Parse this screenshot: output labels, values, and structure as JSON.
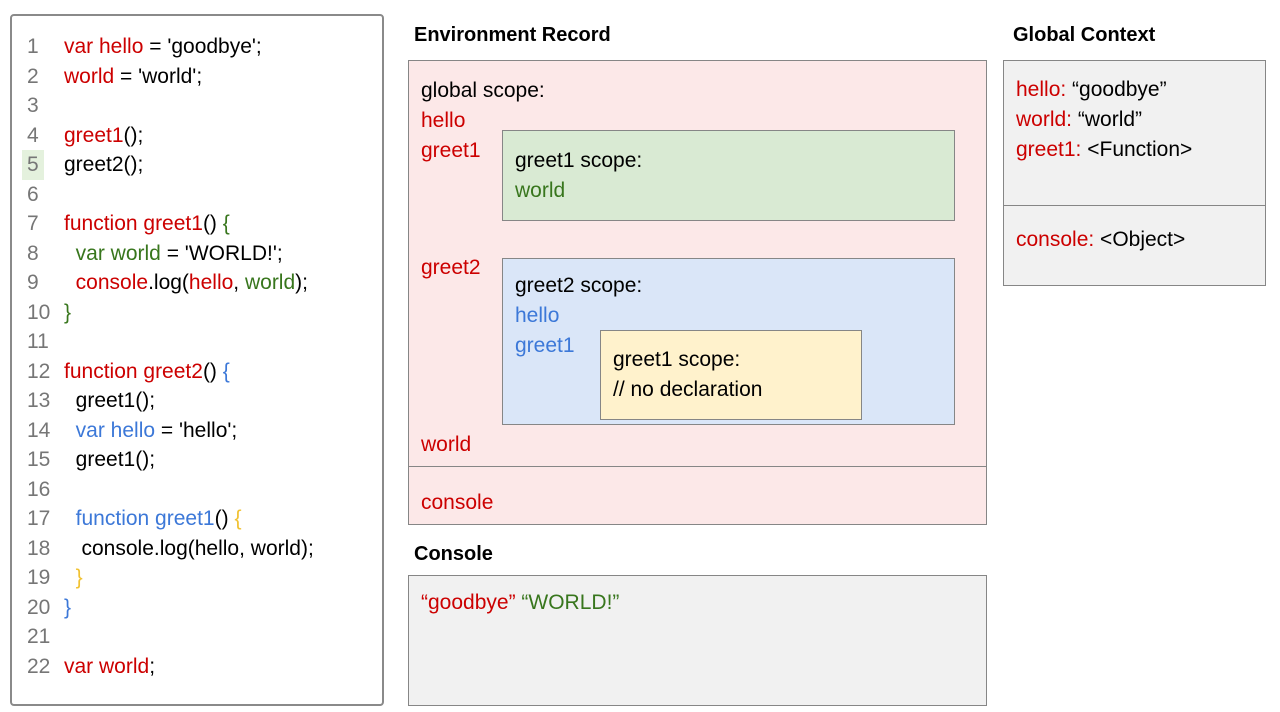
{
  "colors": {
    "red": "#cc0000",
    "green": "#38761d",
    "blue": "#3c78d8",
    "orange": "#f1c232",
    "black": "#000000",
    "scope_pink_bg": "#fce8e8",
    "scope_green_bg": "#d9ead3",
    "scope_blue_bg": "#dae6f8",
    "scope_yellow_bg": "#fff2cc",
    "panel_gray_bg": "#f1f1f1",
    "active_line_bg": "#e4f1dd"
  },
  "code_panel": {
    "lines": [
      {
        "n": "1",
        "hl": false,
        "tokens": [
          {
            "t": "var hello",
            "c": "red"
          },
          {
            "t": " = 'goodbye';",
            "c": "black"
          }
        ]
      },
      {
        "n": "2",
        "hl": false,
        "tokens": [
          {
            "t": "world",
            "c": "red"
          },
          {
            "t": " = 'world';",
            "c": "black"
          }
        ]
      },
      {
        "n": "3",
        "hl": false,
        "tokens": []
      },
      {
        "n": "4",
        "hl": false,
        "tokens": [
          {
            "t": "greet1",
            "c": "red"
          },
          {
            "t": "();",
            "c": "black"
          }
        ]
      },
      {
        "n": "5",
        "hl": true,
        "tokens": [
          {
            "t": "greet2();",
            "c": "black"
          }
        ]
      },
      {
        "n": "6",
        "hl": false,
        "tokens": []
      },
      {
        "n": "7",
        "hl": false,
        "tokens": [
          {
            "t": "function greet1",
            "c": "red"
          },
          {
            "t": "() ",
            "c": "black"
          },
          {
            "t": "{",
            "c": "green"
          }
        ]
      },
      {
        "n": "8",
        "hl": false,
        "tokens": [
          {
            "t": "  ",
            "c": "black"
          },
          {
            "t": "var world",
            "c": "green"
          },
          {
            "t": " = 'WORLD!';",
            "c": "black"
          }
        ]
      },
      {
        "n": "9",
        "hl": false,
        "tokens": [
          {
            "t": "  ",
            "c": "black"
          },
          {
            "t": "console",
            "c": "red"
          },
          {
            "t": ".log(",
            "c": "black"
          },
          {
            "t": "hello",
            "c": "red"
          },
          {
            "t": ", ",
            "c": "black"
          },
          {
            "t": "world",
            "c": "green"
          },
          {
            "t": ");",
            "c": "black"
          }
        ]
      },
      {
        "n": "10",
        "hl": false,
        "tokens": [
          {
            "t": "}",
            "c": "green"
          }
        ]
      },
      {
        "n": "11",
        "hl": false,
        "tokens": []
      },
      {
        "n": "12",
        "hl": false,
        "tokens": [
          {
            "t": "function greet2",
            "c": "red"
          },
          {
            "t": "() ",
            "c": "black"
          },
          {
            "t": "{",
            "c": "blue"
          }
        ]
      },
      {
        "n": "13",
        "hl": false,
        "tokens": [
          {
            "t": "  greet1();",
            "c": "black"
          }
        ]
      },
      {
        "n": "14",
        "hl": false,
        "tokens": [
          {
            "t": "  ",
            "c": "black"
          },
          {
            "t": "var hello",
            "c": "blue"
          },
          {
            "t": " = 'hello';",
            "c": "black"
          }
        ]
      },
      {
        "n": "15",
        "hl": false,
        "tokens": [
          {
            "t": "  greet1();",
            "c": "black"
          }
        ]
      },
      {
        "n": "16",
        "hl": false,
        "tokens": []
      },
      {
        "n": "17",
        "hl": false,
        "tokens": [
          {
            "t": "  ",
            "c": "black"
          },
          {
            "t": "function greet1",
            "c": "blue"
          },
          {
            "t": "() ",
            "c": "black"
          },
          {
            "t": "{",
            "c": "orange"
          }
        ]
      },
      {
        "n": "18",
        "hl": false,
        "tokens": [
          {
            "t": "   console.log(hello, world);",
            "c": "black"
          }
        ]
      },
      {
        "n": "19",
        "hl": false,
        "tokens": [
          {
            "t": "  ",
            "c": "black"
          },
          {
            "t": "}",
            "c": "orange"
          }
        ]
      },
      {
        "n": "20",
        "hl": false,
        "tokens": [
          {
            "t": "}",
            "c": "blue"
          }
        ]
      },
      {
        "n": "21",
        "hl": false,
        "tokens": []
      },
      {
        "n": "22",
        "hl": false,
        "tokens": [
          {
            "t": "var world",
            "c": "red"
          },
          {
            "t": ";",
            "c": "black"
          }
        ]
      }
    ]
  },
  "environment_record": {
    "title": "Environment Record",
    "global_scope_label": "global scope:",
    "global_vars": [
      "hello",
      "greet1"
    ],
    "greet1_scope": {
      "label": "greet1 scope:",
      "var": "world"
    },
    "greet2_label": "greet2",
    "greet2_scope": {
      "label": "greet2 scope:",
      "vars": [
        "hello",
        "greet1"
      ],
      "inner_greet1_scope": {
        "label": "greet1 scope:",
        "comment": "// no declaration"
      }
    },
    "world_label": "world",
    "console_label": "console"
  },
  "console_panel": {
    "title": "Console",
    "entries": [
      {
        "t": "“goodbye”",
        "c": "red"
      },
      {
        "t": "“WORLD!”",
        "c": "green"
      }
    ]
  },
  "global_context": {
    "title": "Global Context",
    "bindings": [
      {
        "name": "hello:",
        "value": " “goodbye”"
      },
      {
        "name": "world:",
        "value": " “world”"
      },
      {
        "name": "greet1:",
        "value": " <Function>"
      }
    ],
    "console_binding": {
      "name": "console:",
      "value": " <Object>"
    }
  }
}
